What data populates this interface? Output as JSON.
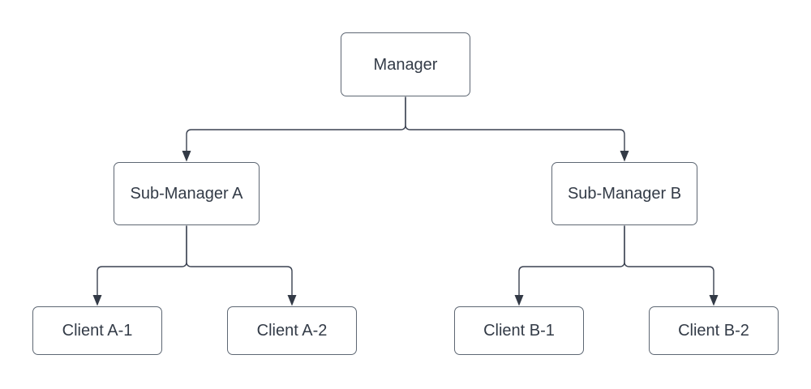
{
  "diagram": {
    "type": "org-chart",
    "nodes": [
      {
        "id": "manager",
        "label": "Manager",
        "level": 0
      },
      {
        "id": "sub-manager-a",
        "label": "Sub-Manager A",
        "level": 1
      },
      {
        "id": "sub-manager-b",
        "label": "Sub-Manager B",
        "level": 1
      },
      {
        "id": "client-a-1",
        "label": "Client A-1",
        "level": 2
      },
      {
        "id": "client-a-2",
        "label": "Client A-2",
        "level": 2
      },
      {
        "id": "client-b-1",
        "label": "Client B-1",
        "level": 2
      },
      {
        "id": "client-b-2",
        "label": "Client B-2",
        "level": 2
      }
    ],
    "edges": [
      {
        "from": "manager",
        "to": "sub-manager-a",
        "arrow": "filled-triangle-at-target"
      },
      {
        "from": "manager",
        "to": "sub-manager-b",
        "arrow": "filled-triangle-at-target"
      },
      {
        "from": "sub-manager-a",
        "to": "client-a-1",
        "arrow": "filled-triangle-at-target"
      },
      {
        "from": "sub-manager-a",
        "to": "client-a-2",
        "arrow": "filled-triangle-at-target"
      },
      {
        "from": "sub-manager-b",
        "to": "client-b-1",
        "arrow": "filled-triangle-at-target"
      },
      {
        "from": "sub-manager-b",
        "to": "client-b-2",
        "arrow": "filled-triangle-at-target"
      }
    ],
    "colors": {
      "background": "#ffffff",
      "node_fill": "#ffffff",
      "node_border": "#5e6773",
      "connector": "#3a4150",
      "arrowhead": "#333a46",
      "text": "#333b47"
    }
  }
}
